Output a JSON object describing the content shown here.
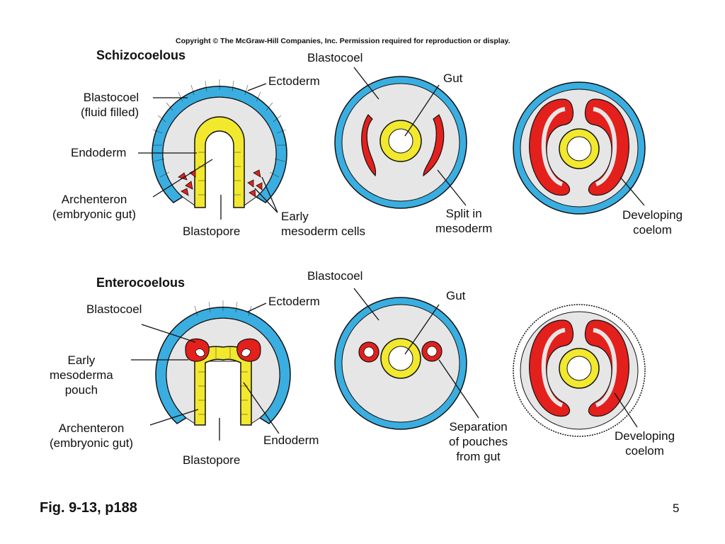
{
  "copyright": "Copyright © The McGraw-Hill Companies, Inc. Permission required for reproduction or display.",
  "sections": {
    "schizo": {
      "title": "Schizocoelous",
      "labels": {
        "blastocoel_left": "Blastocoel\n(fluid filled)",
        "ectoderm": "Ectoderm",
        "endoderm": "Endoderm",
        "archenteron": "Archenteron\n(embryonic gut)",
        "blastopore": "Blastopore",
        "early_mesoderm": "Early\nmesoderm cells",
        "blastocoel_mid": "Blastocoel",
        "gut": "Gut",
        "split": "Split in\nmesoderm",
        "developing": "Developing\ncoelom"
      }
    },
    "entero": {
      "title": "Enterocoelous",
      "labels": {
        "blastocoel_left": "Blastocoel",
        "ectoderm": "Ectoderm",
        "early_pouch": "Early\nmesoderma\npouch",
        "archenteron": "Archenteron\n(embryonic gut)",
        "blastopore": "Blastopore",
        "endoderm": "Endoderm",
        "blastocoel_mid": "Blastocoel",
        "gut": "Gut",
        "separation": "Separation\nof pouches\nfrom gut",
        "developing": "Developing\ncoelom"
      }
    }
  },
  "figure": "Fig. 9-13, p188",
  "page_number": "5",
  "colors": {
    "ectoderm": "#3aaee0",
    "endoderm": "#f2e82e",
    "mesoderm": "#e3201c",
    "blastocoel": "#e6e6e6",
    "outline": "#111111"
  }
}
